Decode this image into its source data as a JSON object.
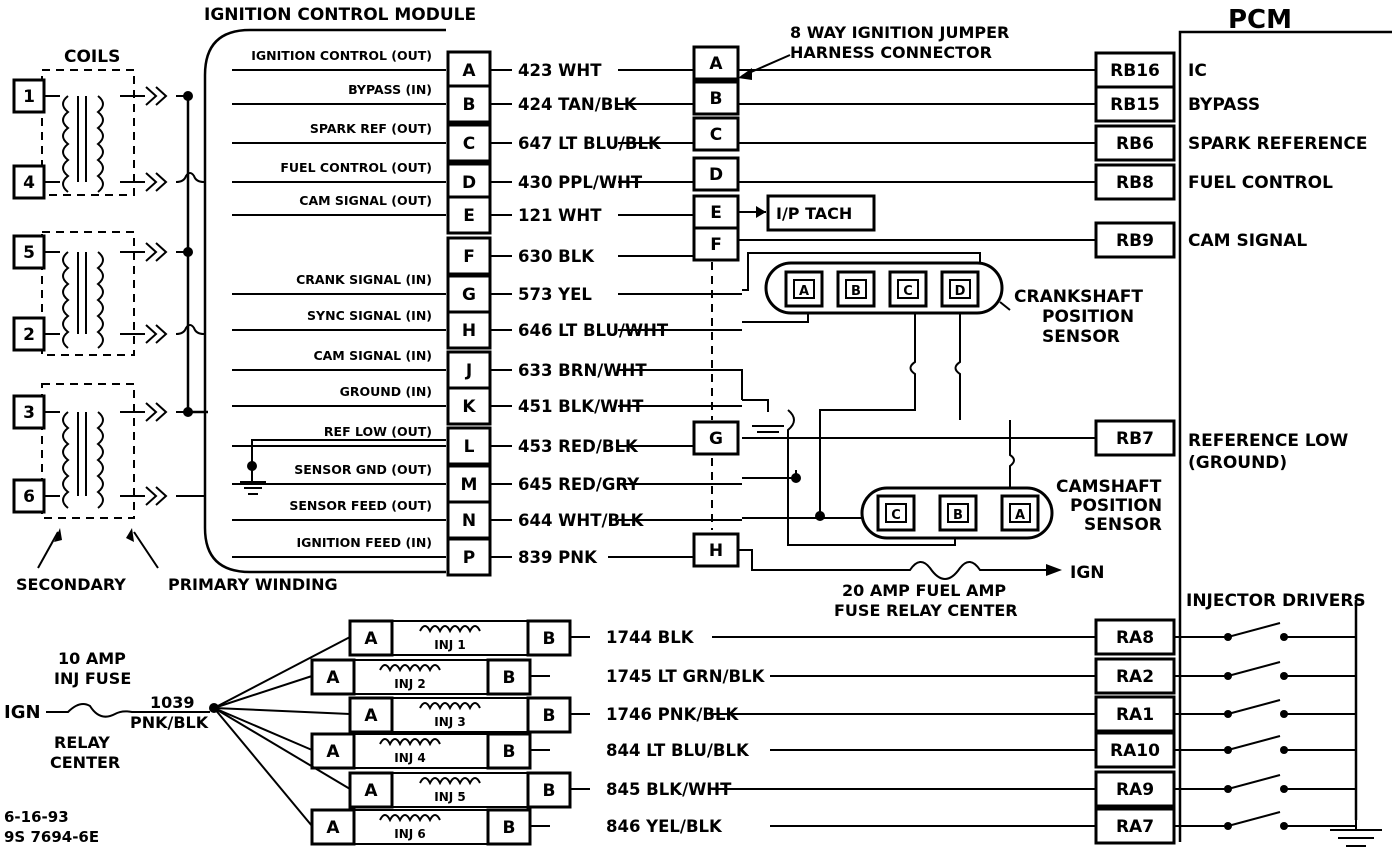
{
  "title": "IGNITION CONTROL MODULE",
  "pcm_title": "PCM",
  "coils": {
    "label": "COILS",
    "pairs": [
      [
        "1",
        "4"
      ],
      [
        "5",
        "2"
      ],
      [
        "3",
        "6"
      ]
    ],
    "secondary_label": "SECONDARY",
    "primary_label": "PRIMARY WINDING"
  },
  "icm_pins": [
    {
      "func": "IGNITION CONTROL (OUT)",
      "pin": "A",
      "wire": "423 WHT"
    },
    {
      "func": "BYPASS (IN)",
      "pin": "B",
      "wire": "424 TAN/BLK"
    },
    {
      "func": "SPARK REF (OUT)",
      "pin": "C",
      "wire": "647 LT BLU/BLK"
    },
    {
      "func": "FUEL CONTROL (OUT)",
      "pin": "D",
      "wire": "430 PPL/WHT"
    },
    {
      "func": "CAM SIGNAL (OUT)",
      "pin": "E",
      "wire": "121 WHT"
    },
    {
      "func": "",
      "pin": "F",
      "wire": "630 BLK"
    },
    {
      "func": "CRANK SIGNAL (IN)",
      "pin": "G",
      "wire": "573 YEL"
    },
    {
      "func": "SYNC SIGNAL (IN)",
      "pin": "H",
      "wire": "646 LT BLU/WHT"
    },
    {
      "func": "CAM SIGNAL (IN)",
      "pin": "J",
      "wire": "633 BRN/WHT"
    },
    {
      "func": "GROUND (IN)",
      "pin": "K",
      "wire": "451 BLK/WHT"
    },
    {
      "func": "REF LOW (OUT)",
      "pin": "L",
      "wire": "453 RED/BLK"
    },
    {
      "func": "SENSOR GND (OUT)",
      "pin": "M",
      "wire": "645 RED/GRY"
    },
    {
      "func": "SENSOR FEED (OUT)",
      "pin": "N",
      "wire": "644 WHT/BLK"
    },
    {
      "func": "IGNITION FEED (IN)",
      "pin": "P",
      "wire": "839 PNK"
    }
  ],
  "jumper": {
    "label_line1": "8 WAY IGNITION JUMPER",
    "label_line2": "HARNESS CONNECTOR",
    "pins": [
      "A",
      "B",
      "C",
      "D",
      "E",
      "F",
      "G",
      "H"
    ],
    "tach_label": "I/P TACH"
  },
  "pcm_pins": [
    {
      "pin": "RB16",
      "func": "IC"
    },
    {
      "pin": "RB15",
      "func": "BYPASS"
    },
    {
      "pin": "RB6",
      "func": "SPARK REFERENCE"
    },
    {
      "pin": "RB8",
      "func": "FUEL CONTROL"
    },
    {
      "pin": "RB9",
      "func": "CAM SIGNAL"
    }
  ],
  "ref_low": {
    "pin": "RB7",
    "func_line1": "REFERENCE LOW",
    "func_line2": "(GROUND)"
  },
  "crank_sensor": {
    "pins": [
      "A",
      "B",
      "C",
      "D"
    ],
    "label": [
      "CRANKSHAFT",
      "POSITION",
      "SENSOR"
    ]
  },
  "cam_sensor": {
    "pins": [
      "C",
      "B",
      "A"
    ],
    "label": [
      "CAMSHAFT",
      "POSITION",
      "SENSOR"
    ]
  },
  "fuel_amp_fuse": {
    "line1": "20 AMP FUEL AMP",
    "line2": "FUSE RELAY CENTER",
    "ign": "IGN"
  },
  "injector_drivers_label": "INJECTOR DRIVERS",
  "inj_fuse": {
    "line1": "10 AMP",
    "line2": "INJ FUSE",
    "relay1": "RELAY",
    "relay2": "CENTER",
    "ign": "IGN",
    "wire1": "1039",
    "wire2": "PNK/BLK"
  },
  "injectors": [
    {
      "name": "INJ 1",
      "wire": "1744 BLK",
      "pcm": "RA8",
      "a": "A",
      "b": "B"
    },
    {
      "name": "INJ 2",
      "wire": "1745  LT GRN/BLK",
      "pcm": "RA2",
      "a": "A",
      "b": "B"
    },
    {
      "name": "INJ 3",
      "wire": "1746 PNK/BLK",
      "pcm": "RA1",
      "a": "A",
      "b": "B"
    },
    {
      "name": "INJ 4",
      "wire": "844 LT BLU/BLK",
      "pcm": "RA10",
      "a": "A",
      "b": "B"
    },
    {
      "name": "INJ 5",
      "wire": "845 BLK/WHT",
      "pcm": "RA9",
      "a": "A",
      "b": "B"
    },
    {
      "name": "INJ 6",
      "wire": "846 YEL/BLK",
      "pcm": "RA7",
      "a": "A",
      "b": "B"
    }
  ],
  "footer": {
    "date": "6-16-93",
    "code": "9S 7694-6E"
  }
}
